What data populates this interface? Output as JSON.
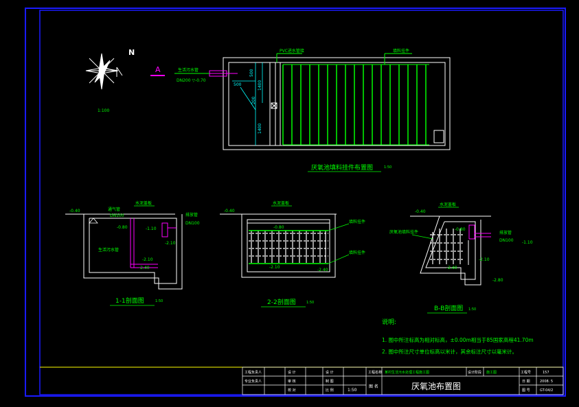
{
  "colors": {
    "background": "#000000",
    "frame": "#1a1aff",
    "line": "#ffffff",
    "label": "#00ff00",
    "accent": "#ff00ff",
    "dim": "#00ffff",
    "title": "#ffffff",
    "text_yellow": "#ffff00"
  },
  "compass": {
    "north": "N",
    "scale": "1:100"
  },
  "plan": {
    "section_marker": "A",
    "inlet_label": "生活污水管",
    "inlet_spec": "DN200 ▽-0.70",
    "top_label_1": "PVC进水管接",
    "top_label_2": "填料挂件",
    "dim_500a": "500",
    "dim_500b": "500",
    "dim_1400a": "1400",
    "dim_1400b": "1400",
    "dim_200": "200",
    "caption": "厌氧池填料挂件布置图",
    "caption_scale": "1:50"
  },
  "section1": {
    "ground": "-0.40",
    "label_a": "水泥盖板",
    "label_b": "通气管",
    "label_b_spec": "DN100",
    "label_c": "排放管",
    "label_c_spec": "DN100",
    "level_a": "-0.80",
    "level_b": "-1.10",
    "label_d": "生活污水管",
    "level_c": "-2.10",
    "level_d": "-2.40",
    "caption": "1-1剖面图",
    "caption_scale": "1:50"
  },
  "section2": {
    "ground": "-0.40",
    "label_a": "水泥盖板",
    "label_b": "填料挂件",
    "label_c": "填料挂件",
    "level_a": "-0.80",
    "level_b": "-2.10",
    "level_c": "-2.40",
    "caption": "2-2剖面图",
    "caption_scale": "1:50"
  },
  "section3": {
    "ground": "-0.40",
    "label_a": "水泥盖板",
    "label_b": "厌氧池填料挂件",
    "label_c": "排放管",
    "label_c_spec": "DN100",
    "level_a": "-0.80",
    "level_b": "-1.10",
    "level_c": "-2.10",
    "level_d": "-2.40",
    "level_e": "-2.80",
    "caption": "B-B剖面图",
    "caption_scale": "1:50"
  },
  "notes": {
    "heading": "说明:",
    "line1": "1. 图中所注标高为相对标高，±0.00m相当于85国家高程41.70m",
    "line2": "2. 图中所注尺寸单位标高以米计，其余标注尺寸以毫米计。"
  },
  "titleblock": {
    "r1c1": "工程负责人",
    "r2c1": "专业负责人",
    "r1c2": "设 计",
    "r2c2": "审 核",
    "r3c2": "校 对",
    "r1c3": "设 计",
    "r2c3": "制 图",
    "r3c3": "比 例",
    "scale": "1:50",
    "project_label": "工程名称",
    "project_name": "某村生活污水处理工程施工图",
    "design_stage_label": "设计阶段",
    "design_stage": "施工图",
    "drawing_name_label": "图 名",
    "drawing_name": "厌氧池布置图",
    "job_no_label": "工程号",
    "job_no": "157",
    "date_label": "日 期",
    "date": "2008. 5",
    "drawing_no_label": "图 号",
    "drawing_no": "GT-04/2"
  }
}
